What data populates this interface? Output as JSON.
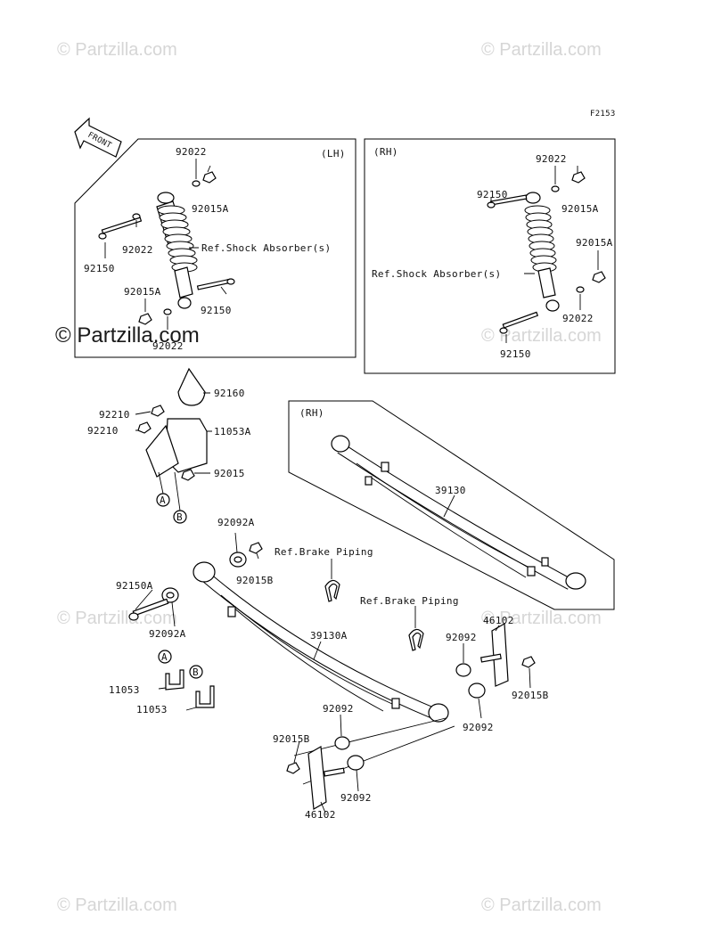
{
  "watermarks": {
    "faint": "© Partzilla.com",
    "main": "© Partzilla.com"
  },
  "figure_code": "F2153",
  "front_arrow": "FRONT",
  "panels": {
    "lh_title": "(LH)",
    "rh_title": "(RH)",
    "spring_rh_title": "(RH)"
  },
  "labels": {
    "p92022_a": "92022",
    "p92022_b": "92022",
    "p92022_c": "92022",
    "p92015A_a": "92015A",
    "p92015A_b": "92015A",
    "p92150_a": "92150",
    "p92150_b": "92150",
    "ref_shock_lh": "Ref.Shock Absorber(s)",
    "rh_92022_a": "92022",
    "rh_92150_a": "92150",
    "rh_92015A_a": "92015A",
    "rh_92015A_b": "92015A",
    "ref_shock_rh": "Ref.Shock Absorber(s)",
    "rh_92022_b": "92022",
    "rh_92150_b": "92150",
    "p92160": "92160",
    "p92210_a": "92210",
    "p92210_b": "92210",
    "p11053A": "11053A",
    "p92015": "92015",
    "circle_a": "A",
    "circle_b": "B",
    "p39130": "39130",
    "p92092A_top": "92092A",
    "p92015B_top": "92015B",
    "ref_brake_1": "Ref.Brake Piping",
    "ref_brake_2": "Ref.Brake Piping",
    "p92150A": "92150A",
    "p92092A_left": "92092A",
    "p39130A": "39130A",
    "p46102_right": "46102",
    "p92092_r1": "92092",
    "p92015B_right": "92015B",
    "p92092_r2": "92092",
    "p11053_a": "11053",
    "p11053_b": "11053",
    "circle_a2": "A",
    "circle_b2": "B",
    "p92092_c1": "92092",
    "p92015B_bottom": "92015B",
    "p92092_c2": "92092",
    "p46102_bottom": "46102"
  }
}
